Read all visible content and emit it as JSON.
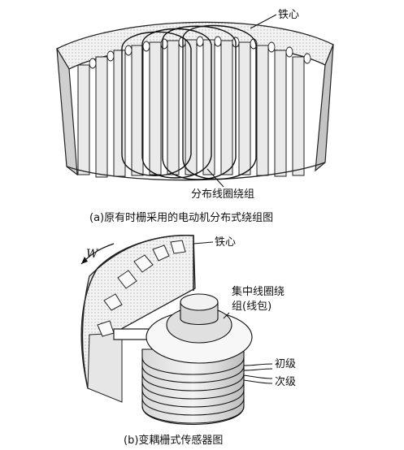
{
  "figure_a": {
    "label_core": "铁心",
    "label_winding": "分布线圈绕组",
    "caption": "(a)原有时栅采用的电动机分布式绕组图"
  },
  "figure_b": {
    "label_core": "铁心",
    "label_coil_line1": "集中线圈绕",
    "label_coil_line2": "组(线包)",
    "label_primary": "初级",
    "label_secondary": "次级",
    "label_w": "W",
    "caption": "(b)变耦栅式传感器图"
  }
}
